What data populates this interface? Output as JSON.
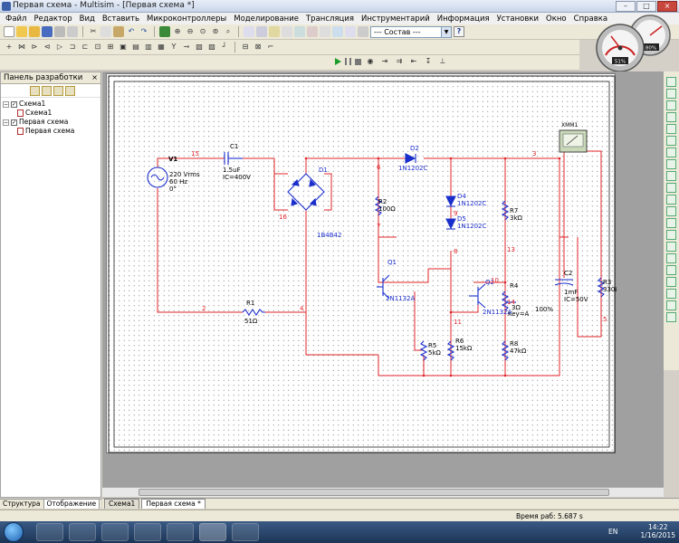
{
  "window": {
    "title": "Первая схема - Multisim - [Первая схема *]"
  },
  "menu": [
    "Файл",
    "Редактор",
    "Вид",
    "Вставить",
    "Микроконтроллеры",
    "Моделирование",
    "Трансляция",
    "Инструментарий",
    "Информация",
    "Установки",
    "Окно",
    "Справка"
  ],
  "toolbar": {
    "composition_label": "--- Состав ---",
    "help_label": "?"
  },
  "gauges": {
    "cpu_percent": "51%",
    "mem_percent": "80%"
  },
  "panel": {
    "title": "Панель разработки",
    "close": "×",
    "tree": [
      {
        "label": "Схема1",
        "level": 0
      },
      {
        "label": "Схема1",
        "level": 1
      },
      {
        "label": "Первая схема",
        "level": 0
      },
      {
        "label": "Первая схема",
        "level": 1
      }
    ],
    "tabs": [
      "Структура",
      "Отображение"
    ]
  },
  "circuit": {
    "v1": {
      "ref": "V1",
      "value": "220 Vrms",
      "freq": "60 Hz",
      "phase": "0°"
    },
    "c1": {
      "ref": "C1",
      "value": "1.5uF",
      "ic": "IC=400V"
    },
    "d1": {
      "ref": "D1",
      "part": "1B4B42"
    },
    "r1": {
      "ref": "R1",
      "value": "51Ω"
    },
    "d2": {
      "ref": "D2",
      "part": "1N1202C"
    },
    "d4": {
      "ref": "D4",
      "part": "1N1202C"
    },
    "d5": {
      "ref": "D5",
      "part": "1N1202C"
    },
    "r2": {
      "ref": "R2",
      "value": "100Ω"
    },
    "q1": {
      "ref": "Q1",
      "part": "2N1132A"
    },
    "q2": {
      "ref": "Q2",
      "part": "2N1132A"
    },
    "r4": {
      "ref": "R4",
      "value": "3Ω",
      "key": "Key=A",
      "percent": "100%"
    },
    "r5": {
      "ref": "R5",
      "value": "5kΩ"
    },
    "r6": {
      "ref": "R6",
      "value": "15kΩ"
    },
    "r7": {
      "ref": "R7",
      "value": "3kΩ"
    },
    "r8": {
      "ref": "R8",
      "value": "47kΩ"
    },
    "c2": {
      "ref": "C2",
      "value": "1mF",
      "ic": "IC=50V"
    },
    "r3": {
      "ref": "R3",
      "value": "330Ω"
    },
    "xmm": {
      "ref": "XMM1"
    },
    "nodes": [
      "15",
      "16",
      "2",
      "4",
      "6",
      "3",
      "7",
      "9",
      "8",
      "13",
      "10",
      "14",
      "11",
      "5"
    ],
    "colors": {
      "wire": "#e0242a",
      "component": "#1a2ecc",
      "node": "#e0242a"
    }
  },
  "doc_tabs": [
    "Схема1",
    "Первая схема *"
  ],
  "status": {
    "sim_time": "Время раб: 5.687 s"
  },
  "taskbar": {
    "lang": "EN",
    "time": "14:22",
    "date": "1/16/2015"
  }
}
